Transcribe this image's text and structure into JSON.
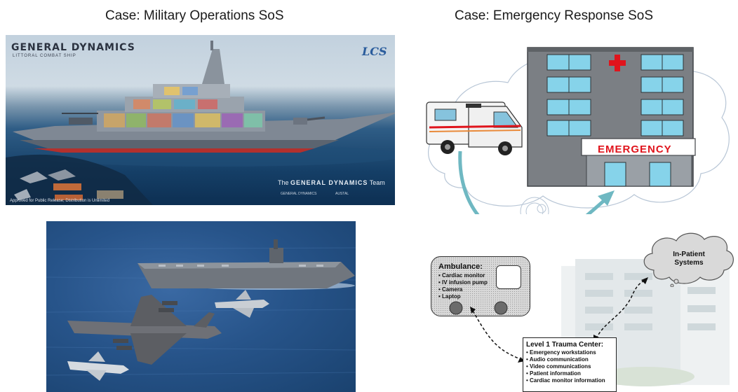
{
  "left_case": {
    "title": "Case: Military Operations SoS",
    "poster": {
      "brand": "GENERAL DYNAMICS",
      "subtitle": "LITTORAL COMBAT SHIP",
      "lcs_logo": "LCS",
      "team_prefix": "The ",
      "team_brand": "GENERAL DYNAMICS",
      "team_suffix": " Team",
      "fine_brand": "GENERAL DYNAMICS",
      "partner_1": "AUSTAL",
      "approval": "Approved for Public Release; Distribution is Unlimited"
    }
  },
  "right_case": {
    "title": "Case: Emergency Response SoS",
    "emergency_sign": "EMERGENCY",
    "ambulance": {
      "title": "Ambulance:",
      "items": [
        "Cardiac monitor",
        "IV infusion pump",
        "Camera",
        "Laptop"
      ]
    },
    "trauma_center": {
      "title": "Level 1 Trauma Center:",
      "items": [
        "Emergency workstations",
        "Audio communication",
        "Video communications",
        "Patient information",
        "Cardiac monitor information"
      ]
    },
    "patient_systems": {
      "line1": "In-Patient",
      "line2": "Systems"
    }
  },
  "colors": {
    "arrow_teal": "#6fb8c2",
    "cross_red": "#e0141c",
    "window_blue": "#86d3ea",
    "cloud_stroke": "#b8c6d6"
  }
}
